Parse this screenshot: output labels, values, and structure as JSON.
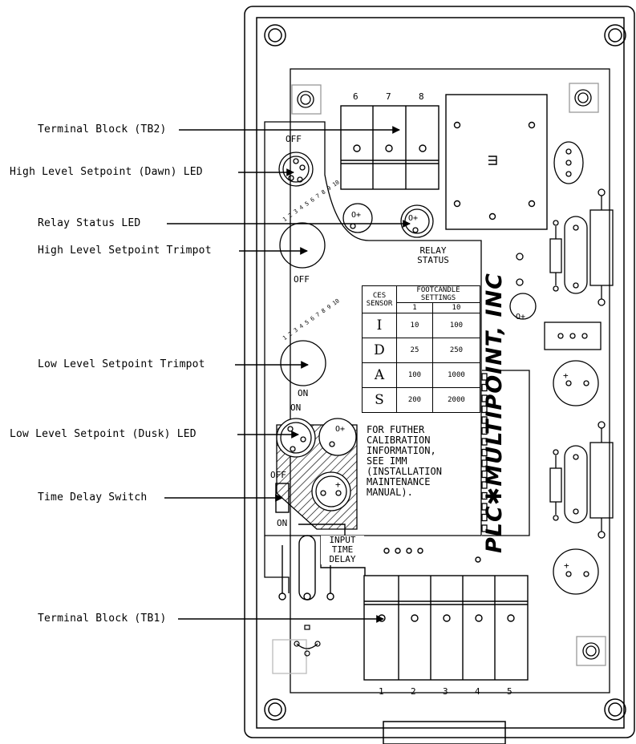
{
  "callouts": {
    "tb2": "Terminal Block (TB2)",
    "high_led": "High Level Setpoint (Dawn) LED",
    "relay_led": "Relay Status LED",
    "high_trimpot": "High Level Setpoint Trimpot",
    "low_trimpot": "Low Level Setpoint Trimpot",
    "low_led": "Low Level Setpoint (Dusk) LED",
    "delay_switch": "Time Delay Switch",
    "tb1": "Terminal Block (TB1)"
  },
  "board": {
    "tb2_numbers": [
      "6",
      "7",
      "8"
    ],
    "tb1_numbers": [
      "1",
      "2",
      "3",
      "4",
      "5"
    ],
    "off_top": "OFF",
    "off_high_pot": "OFF",
    "on_low_pot": "ON",
    "on_low_led": "ON",
    "off_switch": "OFF",
    "on_switch": "ON",
    "relay_status": [
      "RELAY",
      "STATUS"
    ],
    "input_time_delay": [
      "INPUT",
      "TIME",
      "DELAY"
    ],
    "dial_scale": "1 2 3 4 5 6 7 8 9 10",
    "brand": "PLC✱MULTIPOINT, INC",
    "note": "FOR FUTHER\nCALIBRATION\nINFORMATION,\nSEE IMM\n(INSTALLATION\nMAINTENANCE\nMANUAL)."
  },
  "sensor_table": {
    "col_sensor": [
      "CES",
      "SENSOR"
    ],
    "col_settings": [
      "FOOTCANDLE",
      "SETTINGS"
    ],
    "sub_headers": [
      "1",
      "10"
    ],
    "rows": [
      {
        "sensor": "I",
        "v1": "10",
        "v10": "100"
      },
      {
        "sensor": "D",
        "v1": "25",
        "v10": "250"
      },
      {
        "sensor": "A",
        "v1": "100",
        "v10": "1000"
      },
      {
        "sensor": "S",
        "v1": "200",
        "v10": "2000"
      }
    ]
  }
}
